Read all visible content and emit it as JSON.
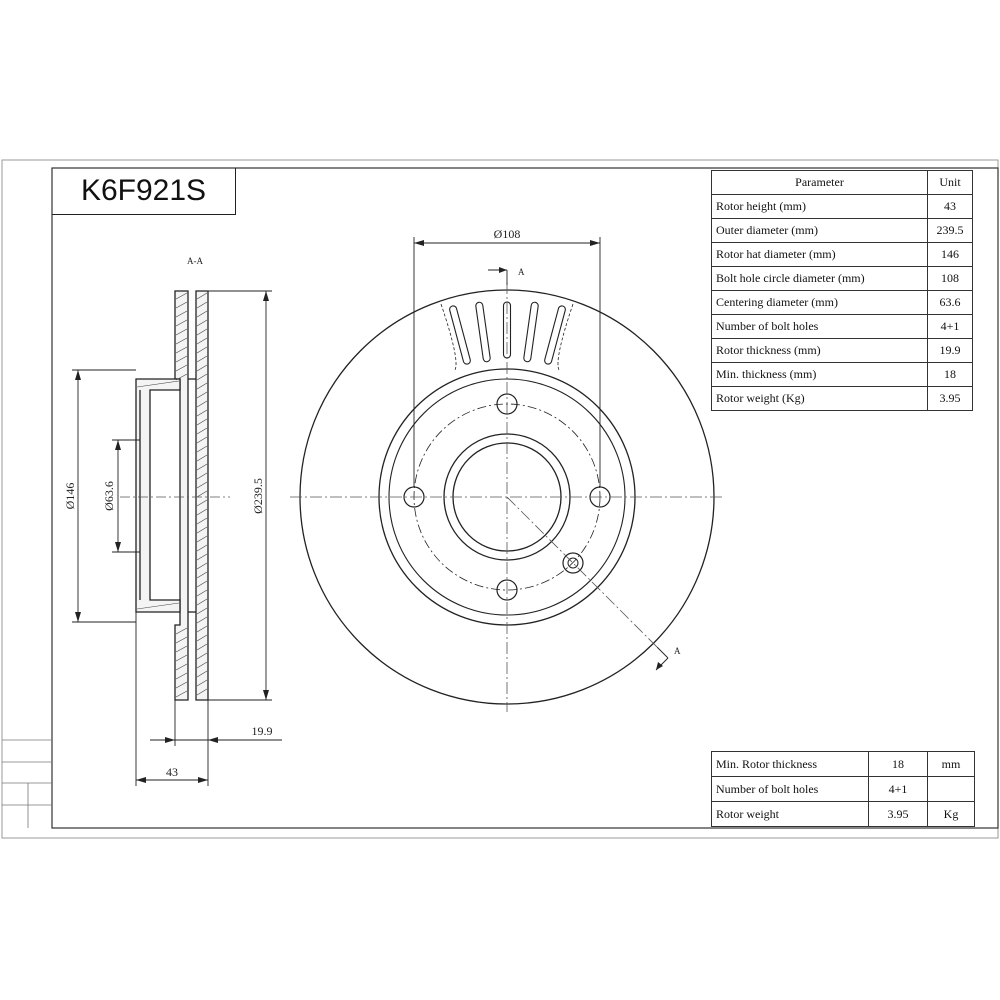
{
  "title": "K6F921S",
  "section_label": "A-A",
  "section_marker": "A",
  "dimensions": {
    "bolt_circle": "Ø108",
    "hat_diameter": "Ø146",
    "centering_diameter": "Ø63.6",
    "outer_diameter": "Ø239.5",
    "rotor_thickness": "19.9",
    "rotor_height": "43"
  },
  "params": {
    "header": {
      "parameter": "Parameter",
      "unit": "Unit"
    },
    "rows": [
      {
        "label": "Rotor height (mm)",
        "value": "43"
      },
      {
        "label": "Outer diameter (mm)",
        "value": "239.5"
      },
      {
        "label": "Rotor hat diameter (mm)",
        "value": "146"
      },
      {
        "label": "Bolt hole circle diameter (mm)",
        "value": "108"
      },
      {
        "label": "Centering diameter (mm)",
        "value": "63.6"
      },
      {
        "label": "Number of bolt holes",
        "value": "4+1"
      },
      {
        "label": "Rotor thickness (mm)",
        "value": "19.9"
      },
      {
        "label": "Min. thickness (mm)",
        "value": "18"
      },
      {
        "label": "Rotor weight (Kg)",
        "value": "3.95"
      }
    ]
  },
  "summary": {
    "rows": [
      {
        "label": "Min. Rotor thickness",
        "value": "18",
        "unit": "mm"
      },
      {
        "label": "Number of bolt holes",
        "value": "4+1",
        "unit": ""
      },
      {
        "label": "Rotor weight",
        "value": "3.95",
        "unit": "Kg"
      }
    ]
  }
}
